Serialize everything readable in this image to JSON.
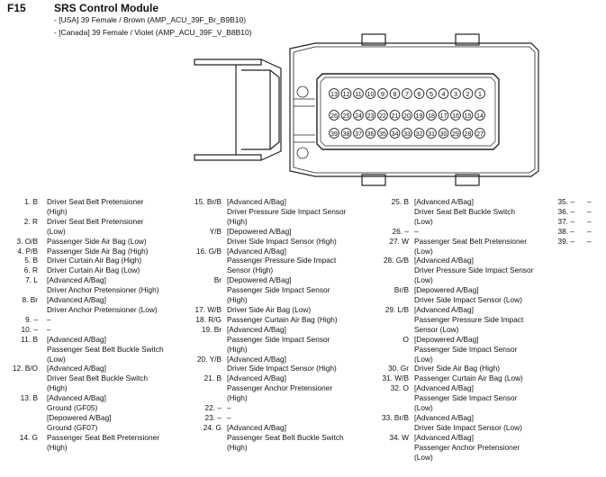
{
  "header": {
    "code": "F15",
    "title": "SRS Control Module",
    "sub1": "- [USA] 39 Female / Brown (AMP_ACU_39F_Br_B9B10)",
    "sub2": "- [Canada] 39 Female / Violet (AMP_ACU_39F_V_B8B10)"
  },
  "connector": {
    "row1": [
      "13",
      "12",
      "11",
      "10",
      "9",
      "8",
      "7",
      "6",
      "5",
      "4",
      "3",
      "2",
      "1"
    ],
    "row2": [
      "26",
      "25",
      "24",
      "23",
      "22",
      "21",
      "20",
      "19",
      "18",
      "17",
      "16",
      "15",
      "14"
    ],
    "row3": [
      "39",
      "38",
      "37",
      "36",
      "35",
      "34",
      "33",
      "32",
      "31",
      "30",
      "29",
      "28",
      "27"
    ]
  },
  "pins": {
    "col1": [
      {
        "num": "1. B",
        "lines": [
          "Driver Seat Belt Pretensioner",
          "(High)"
        ]
      },
      {
        "num": "2. R",
        "lines": [
          "Driver Seat Belt Pretensioner",
          "(Low)"
        ]
      },
      {
        "num": "3. O/B",
        "lines": [
          "Passenger Side Air Bag (Low)"
        ]
      },
      {
        "num": "4. P/B",
        "lines": [
          "Passenger Side Air Bag (High)"
        ]
      },
      {
        "num": "5. B",
        "lines": [
          "Driver Curtain Air Bag (High)"
        ]
      },
      {
        "num": "6. R",
        "lines": [
          "Driver Curtain Air Bag (Low)"
        ]
      },
      {
        "num": "7. L",
        "lines": [
          "[Advanced A/Bag]",
          "Driver Anchor Pretensioner (High)"
        ]
      },
      {
        "num": "8. Br",
        "lines": [
          "[Advanced A/Bag]",
          "Driver Anchor Pretensioner (Low)"
        ]
      },
      {
        "num": "9. –",
        "lines": [
          "–"
        ]
      },
      {
        "num": "10. –",
        "lines": [
          "–"
        ]
      },
      {
        "num": "11. B",
        "lines": [
          "[Advanced A/Bag]",
          "Passenger Seat Belt Buckle Switch",
          "(Low)"
        ]
      },
      {
        "num": "12. B/O",
        "lines": [
          "[Advanced A/Bag]",
          "Driver Seat Belt Buckle Switch",
          "(High)"
        ]
      },
      {
        "num": "13. B",
        "lines": [
          "[Advanced A/Bag]",
          "Ground (GF05)",
          "[Depowered A/Bag]",
          "Ground (GF07)"
        ]
      },
      {
        "num": "14. G",
        "lines": [
          "Passenger Seat Belt Pretensioner",
          "(High)"
        ]
      }
    ],
    "col2": [
      {
        "num": "15. Br/B",
        "lines": [
          "[Advanced A/Bag]",
          "Driver Pressure Side Impact Sensor",
          "(High)"
        ]
      },
      {
        "num": "Y/B",
        "lines": [
          "[Depowered A/Bag]",
          "Driver Side Impact Sensor (High)"
        ]
      },
      {
        "num": "16. G/B",
        "lines": [
          "[Advanced A/Bag]",
          "Passenger Pressure Side Impact",
          "Sensor (High)"
        ]
      },
      {
        "num": "Br",
        "lines": [
          "[Depowered A/Bag]",
          "Passenger Side Impact Sensor",
          "(High)"
        ]
      },
      {
        "num": "17. W/B",
        "lines": [
          "Driver Side Air Bag (Low)"
        ]
      },
      {
        "num": "18. R/G",
        "lines": [
          "Passenger Curtain Air Bag (High)"
        ]
      },
      {
        "num": "19. Br",
        "lines": [
          "[Advanced A/Bag]",
          "Passenger Side Impact Sensor",
          "(High)"
        ]
      },
      {
        "num": "20. Y/B",
        "lines": [
          "[Advanced A/Bag]",
          "Driver Side Impact Sensor (High)"
        ]
      },
      {
        "num": "21. B",
        "lines": [
          "[Advanced A/Bag]",
          "Passenger Anchor Pretensioner",
          "(High)"
        ]
      },
      {
        "num": "22. –",
        "lines": [
          "–"
        ]
      },
      {
        "num": "23. –",
        "lines": [
          "–"
        ]
      },
      {
        "num": "24. G",
        "lines": [
          "[Advanced A/Bag]",
          "Passenger Seat Belt Buckle Switch",
          "(High)"
        ]
      }
    ],
    "col3": [
      {
        "num": "25. B",
        "lines": [
          "[Advanced A/Bag]",
          "Driver Seat Belt Buckle Switch",
          "(Low)"
        ]
      },
      {
        "num": "26. –",
        "lines": [
          "–"
        ]
      },
      {
        "num": "27. W",
        "lines": [
          "Passenger Seat Belt Pretensioner",
          "(Low)"
        ]
      },
      {
        "num": "28. G/B",
        "lines": [
          "[Advanced A/Bag]",
          "Driver Pressure Side Impact Sensor",
          "(Low)"
        ]
      },
      {
        "num": "Br/B",
        "lines": [
          "[Depowered A/Bag]",
          "Driver Side Impact Sensor (Low)"
        ]
      },
      {
        "num": "29. L/B",
        "lines": [
          "[Advanced A/Bag]",
          "Passenger Pressure Side Impact",
          "Sensor (Low)"
        ]
      },
      {
        "num": "O",
        "lines": [
          "[Depowered A/Bag]",
          "Passenger Side Impact Sensor",
          "(Low)"
        ]
      },
      {
        "num": "30. Gr",
        "lines": [
          "Driver Side Air Bag (High)"
        ]
      },
      {
        "num": "31. W/B",
        "lines": [
          "Passenger Curtain Air Bag (Low)"
        ]
      },
      {
        "num": "32. O",
        "lines": [
          "[Advanced A/Bag]",
          "Passenger Side Impact Sensor",
          "(Low)"
        ]
      },
      {
        "num": "33. Br/B",
        "lines": [
          "[Advanced A/Bag]",
          "Driver Side Impact Sensor (Low)"
        ]
      },
      {
        "num": "34. W",
        "lines": [
          "[Advanced A/Bag]",
          "Passenger Anchor Pretensioner",
          "(Low)"
        ]
      }
    ],
    "col4": [
      {
        "num": "35. –",
        "lines": [
          "–"
        ]
      },
      {
        "num": "36. –",
        "lines": [
          "–"
        ]
      },
      {
        "num": "37. –",
        "lines": [
          "–"
        ]
      },
      {
        "num": "38. –",
        "lines": [
          "–"
        ]
      },
      {
        "num": "39. –",
        "lines": [
          "–"
        ]
      }
    ]
  }
}
